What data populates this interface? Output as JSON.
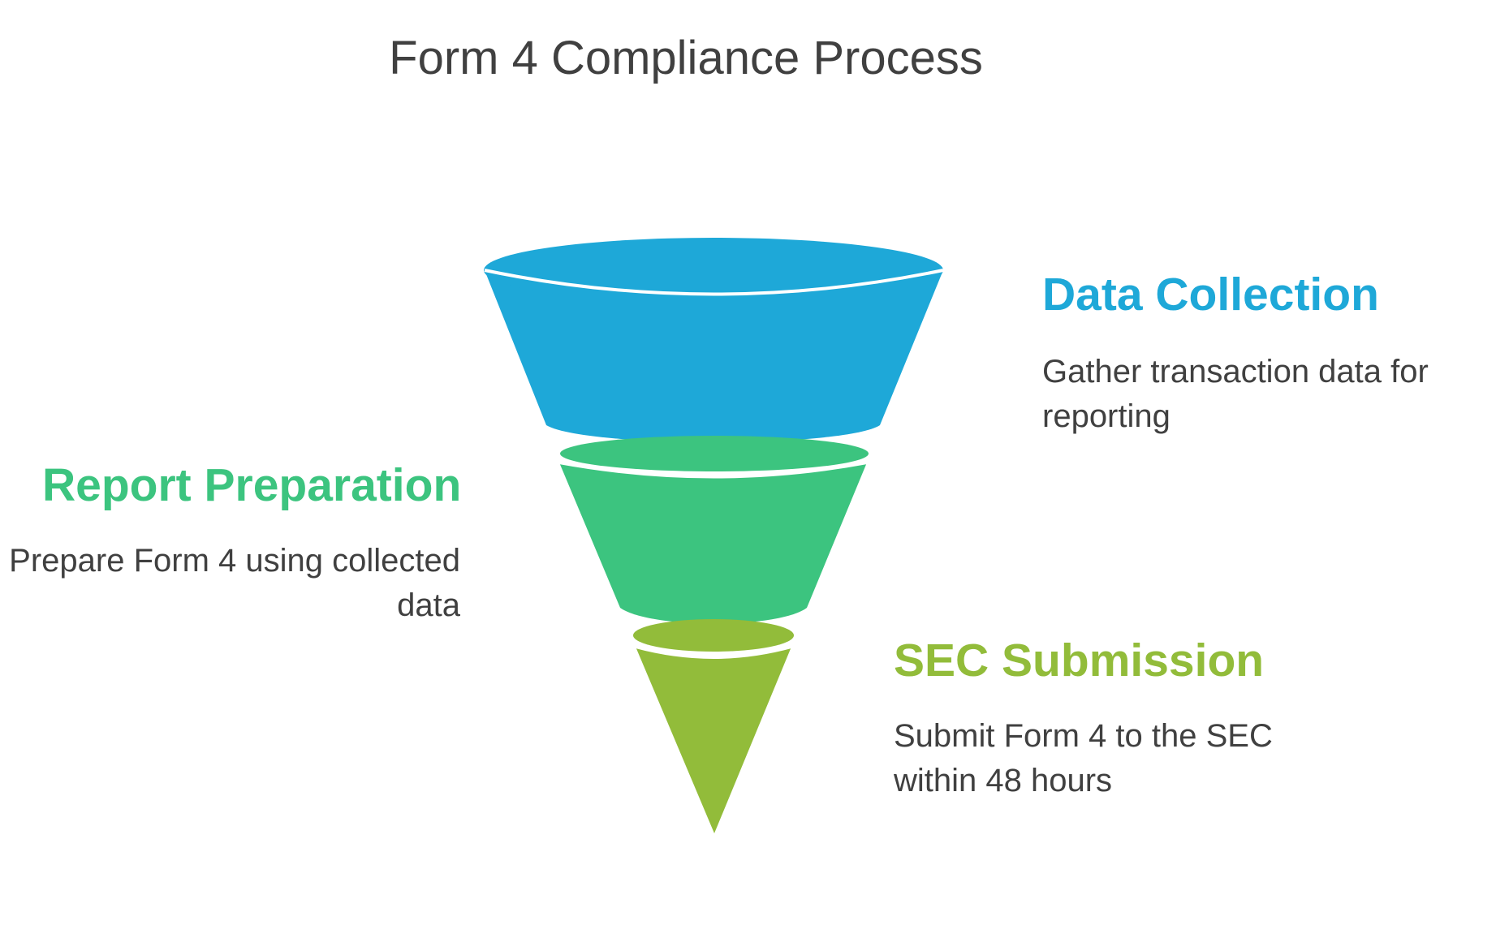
{
  "diagram": {
    "title": "Form 4 Compliance Process",
    "stages": [
      {
        "title": "Data Collection",
        "description": "Gather transaction data for reporting",
        "color": "#1ea8d8"
      },
      {
        "title": "Report Preparation",
        "description": "Prepare Form 4 using collected data",
        "color": "#3cc47f"
      },
      {
        "title": "SEC Submission",
        "description": "Submit Form 4 to the SEC within 48 hours",
        "color": "#92bc3a"
      }
    ]
  }
}
